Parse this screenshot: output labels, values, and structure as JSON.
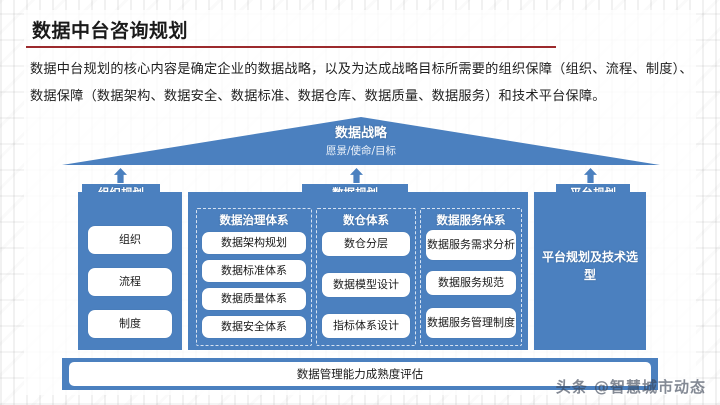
{
  "header": {
    "title": "数据中台咨询规划",
    "rule_color": "#9c2a2d",
    "paragraph": "数据中台规划的核心内容是确定企业的数据战略，以及为达成战略目标所需要的组织保障（组织、流程、制度）、数据保障（数据架构、数据安全、数据标准、数据仓库、数据质量、数据服务）和技术平台保障。"
  },
  "theme": {
    "accent_blue": "#4b80bf",
    "chip_white": "#ffffff",
    "dash_border": "#d6e2f2",
    "text_dark": "#1a1a1a"
  },
  "roof": {
    "title": "数据战略",
    "subtitle": "愿景/使命/目标"
  },
  "arrows": {
    "left": "up-arrow",
    "center": "up-arrow",
    "right": "up-arrow"
  },
  "pillars": [
    {
      "id": "organization",
      "header": "组织规划",
      "items": [
        "组织",
        "流程",
        "制度"
      ]
    },
    {
      "id": "data",
      "header": "数据规划",
      "subgroups": [
        {
          "title": "数据治理体系",
          "items": [
            "数据架构规划",
            "数据标准体系",
            "数据质量体系",
            "数据安全体系"
          ]
        },
        {
          "title": "数仓体系",
          "items": [
            "数仓分层",
            "数据模型设计",
            "指标体系设计"
          ]
        },
        {
          "title": "数据服务体系",
          "items": [
            "数据服务需求分析",
            "数据服务规范",
            "数据服务管理制度"
          ]
        }
      ]
    },
    {
      "id": "platform",
      "header": "平台规划",
      "label": "平台规划及技术选型"
    }
  ],
  "foundation": {
    "label": "数据管理能力成熟度评估"
  },
  "watermark": {
    "text": "头条 @智慧城市动态"
  }
}
